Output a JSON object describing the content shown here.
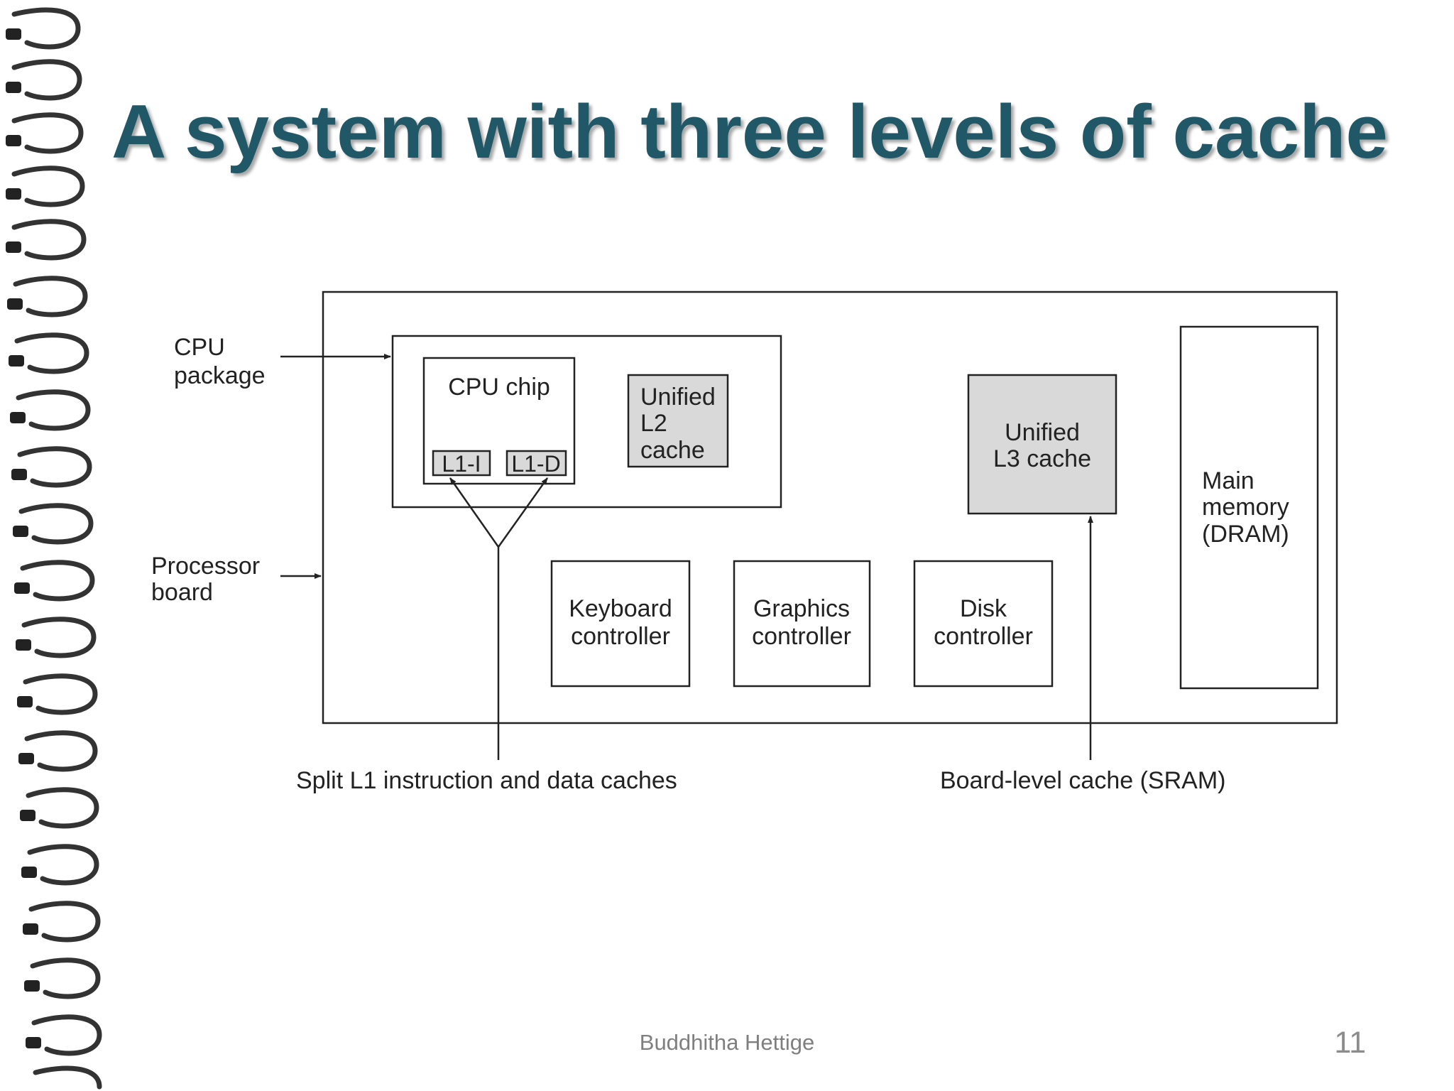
{
  "slide": {
    "title": "A system with three levels of cache",
    "footer_author": "Buddhitha Hettige",
    "page_number": "11"
  },
  "diagram": {
    "cpu_package_label": [
      "CPU",
      "package"
    ],
    "processor_board_label": [
      "Processor",
      "board"
    ],
    "cpu_chip_label": "CPU chip",
    "l1_instruction_label": "L1-I",
    "l1_data_label": "L1-D",
    "l2_cache_label": [
      "Unified",
      "L2",
      "cache"
    ],
    "l3_cache_label": [
      "Unified",
      "L3 cache"
    ],
    "main_memory_label": [
      "Main",
      "memory",
      "(DRAM)"
    ],
    "keyboard_controller_label": [
      "Keyboard",
      "controller"
    ],
    "graphics_controller_label": [
      "Graphics",
      "controller"
    ],
    "disk_controller_label": [
      "Disk",
      "controller"
    ],
    "l1_caption": "Split L1 instruction and data caches",
    "l3_caption": "Board-level cache (SRAM)"
  },
  "colors": {
    "title": "#215868",
    "cache_fill": "#d9d9d9",
    "line": "#222222"
  }
}
